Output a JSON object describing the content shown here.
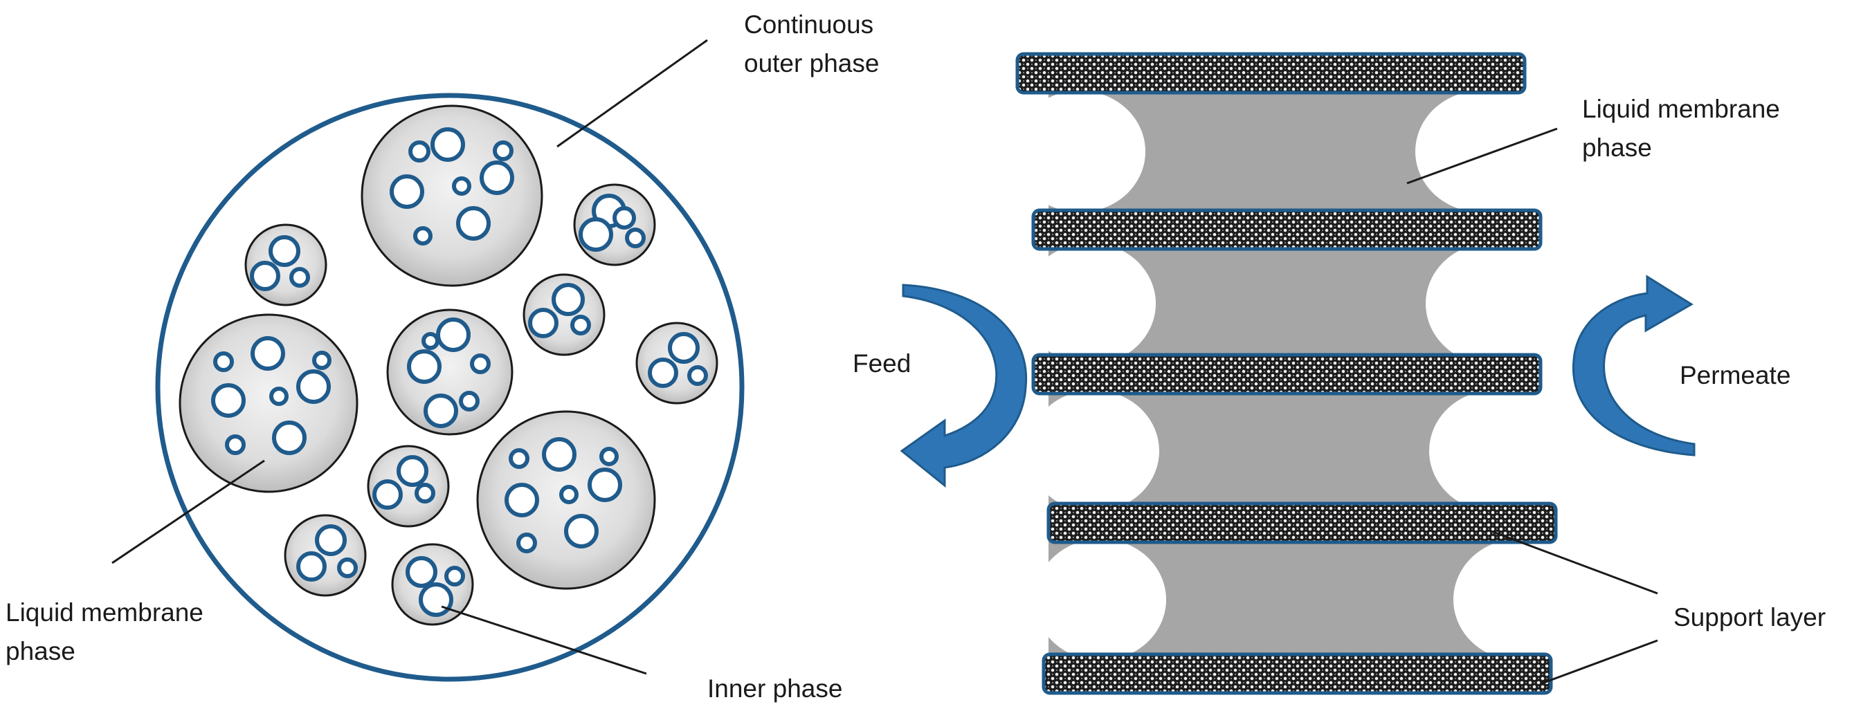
{
  "labels": {
    "continuous_outer_phase": [
      "Continuous",
      "outer phase"
    ],
    "liquid_membrane_phase_left": [
      "Liquid membrane",
      "phase"
    ],
    "inner_phase": "Inner phase",
    "liquid_membrane_phase_right": [
      "Liquid membrane",
      "phase"
    ],
    "feed": "Feed",
    "permeate": "Permeate",
    "support_layer": "Support layer"
  },
  "colors": {
    "outline_blue": "#1f5b8c",
    "arrow_blue": "#2e75b6",
    "membrane_gray": "#a6a6a6",
    "droplet_light": "#ececec",
    "droplet_dark": "#c4c4c4",
    "support_dark": "#1a1a1a"
  }
}
